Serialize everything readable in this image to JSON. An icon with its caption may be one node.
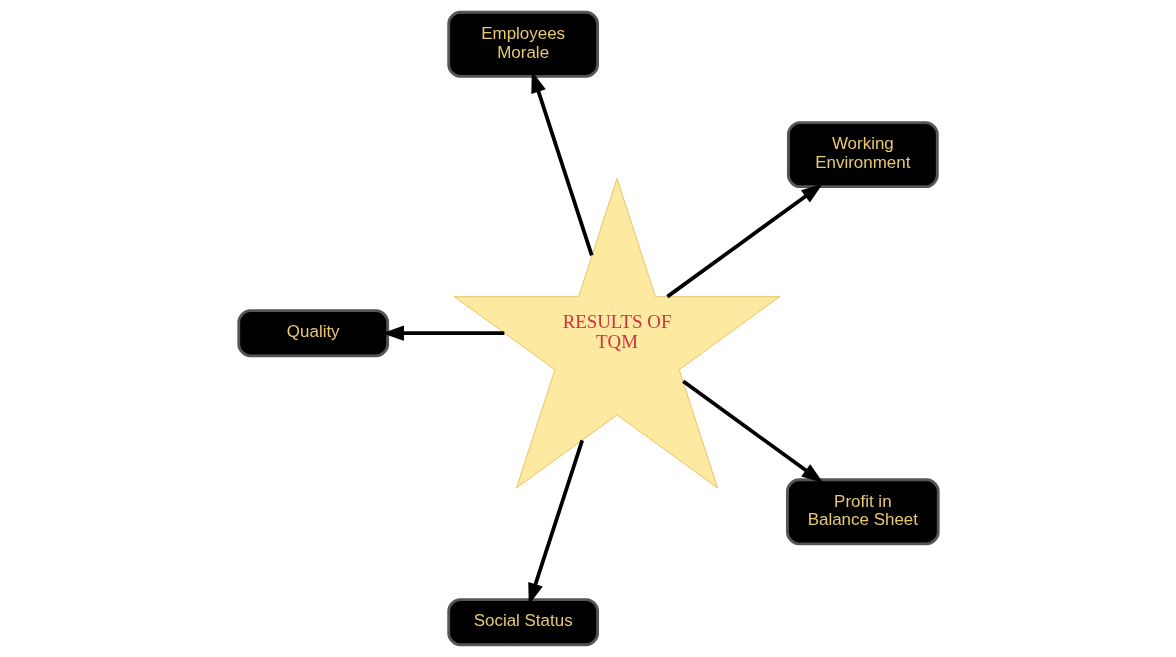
{
  "diagram": {
    "nodes": [
      {
        "text": [
          "RESULTS OF TQM"
        ]
      },
      {
        "text": [
          "Working Environment"
        ]
      },
      {
        "text": [
          "Employees Morale"
        ]
      },
      {
        "text": [
          "Quality"
        ]
      },
      {
        "text": [
          "Social Status"
        ]
      },
      {
        "text": [
          "Profit in Balance Sheet"
        ]
      }
    ],
    "edges": [
      {
        "from": 0,
        "to": 1,
        "arrow": "to"
      },
      {
        "from": 0,
        "to": 2,
        "arrow": "to"
      },
      {
        "from": 0,
        "to": 3,
        "arrow": "to"
      },
      {
        "from": 0,
        "to": 4,
        "arrow": "to"
      },
      {
        "from": 0,
        "to": 5,
        "arrow": "to"
      }
    ]
  }
}
